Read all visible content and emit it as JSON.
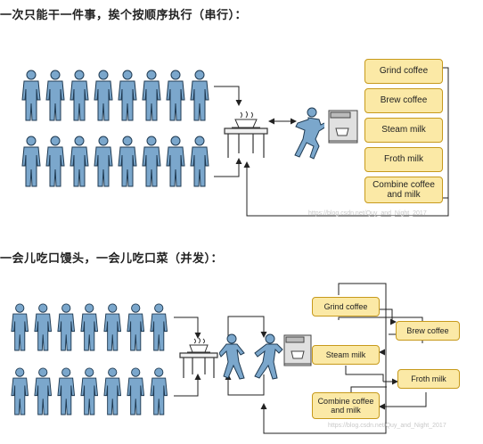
{
  "serial": {
    "heading": "一次只能干一件事，挨个按顺序执行（串行）：",
    "steps": [
      "Grind coffee",
      "Brew coffee",
      "Steam milk",
      "Froth milk",
      "Combine coffee and milk"
    ],
    "watermark": "https://blog.csdn.net/Quy_and_Night_2017"
  },
  "concurrent": {
    "heading": "一会儿吃口馒头，一会儿吃口菜（并发）：",
    "steps": [
      "Grind coffee",
      "Brew coffee",
      "Steam milk",
      "Froth milk",
      "Combine coffee and milk"
    ],
    "watermark": "https://blog.csdn.net/Quy_and_Night_2017"
  },
  "colors": {
    "person": "#7ba7cc",
    "person_outline": "#1f3a52",
    "box_fill": "#fbe9a6",
    "box_border": "#c79a1c",
    "arrow": "#222222"
  },
  "icons": [
    "person-icon",
    "table-icon",
    "coffee-cup-icon",
    "barista-icon",
    "espresso-machine-icon"
  ]
}
